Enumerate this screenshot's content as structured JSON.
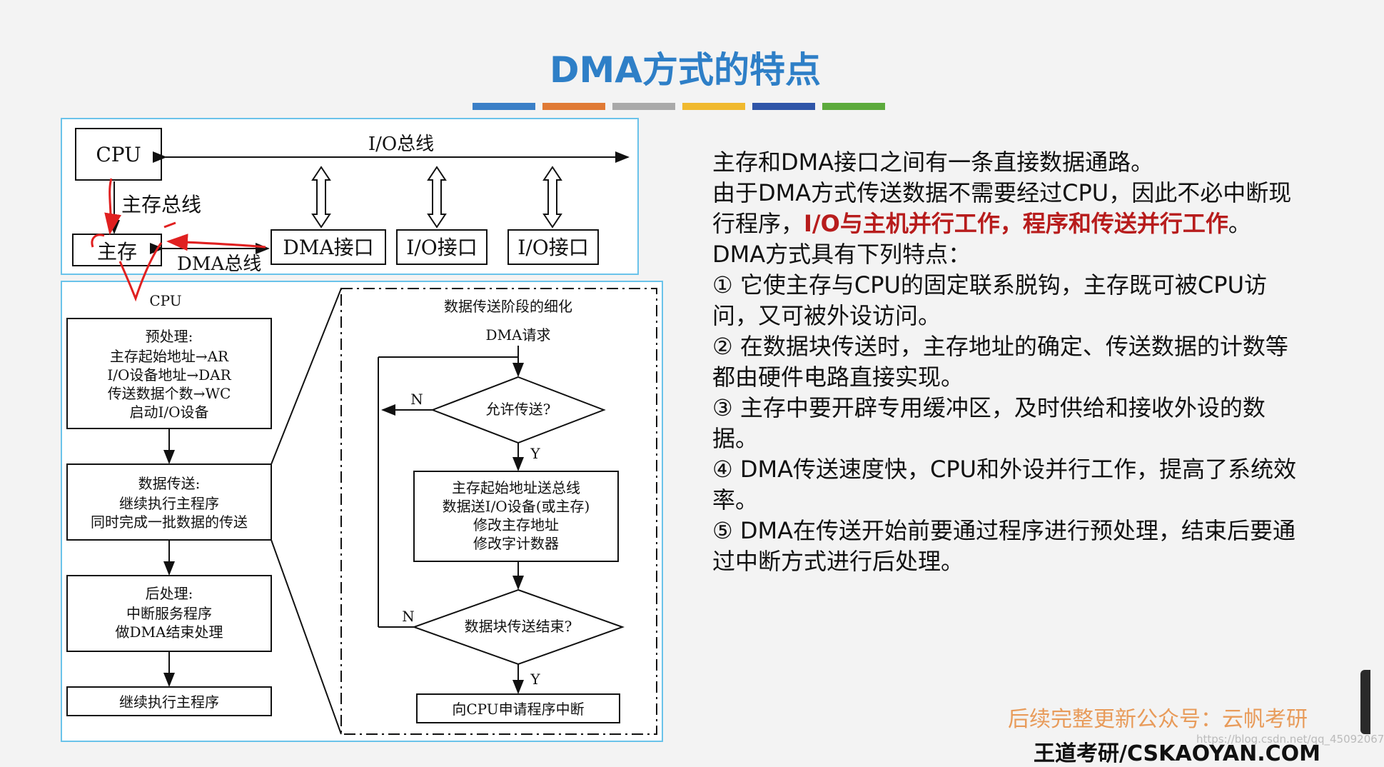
{
  "title": "DMA方式的特点",
  "color_bars": [
    "#3a7fc7",
    "#e07a35",
    "#a9a9a9",
    "#f0b92e",
    "#2f55a8",
    "#5caa3c"
  ],
  "top_diagram": {
    "cpu": "CPU",
    "io_bus": "I/O总线",
    "main_bus": "主存总线",
    "memory": "主存",
    "dma_bus": "DMA总线",
    "dma_interface": "DMA接口",
    "io_interface_1": "I/O接口",
    "io_interface_2": "I/O接口"
  },
  "flow": {
    "cpu_label": "CPU",
    "pre_title": "预处理:",
    "pre_lines": [
      "主存起始地址→AR",
      "I/O设备地址→DAR",
      "传送数据个数→WC",
      "启动I/O设备"
    ],
    "transfer_title": "数据传送:",
    "transfer_lines": [
      "继续执行主程序",
      "同时完成一批数据的传送"
    ],
    "post_title": "后处理:",
    "post_lines": [
      "中断服务程序",
      "做DMA结束处理"
    ],
    "continue": "继续执行主程序",
    "detail_title": "数据传送阶段的细化",
    "dma_request": "DMA请求",
    "allow": "允许传送?",
    "n": "N",
    "y": "Y",
    "step_lines": [
      "主存起始地址送总线",
      "数据送I/O设备(或主存)",
      "修改主存地址",
      "修改字计数器"
    ],
    "block_end": "数据块传送结束?",
    "interrupt": "向CPU申请程序中断"
  },
  "text": {
    "p1": "主存和DMA接口之间有一条直接数据通路。",
    "p2a": "由于DMA方式传送数据不需要经过CPU，因此不必中断现行程序，",
    "p2b": "I/O与主机并行工作，程序和传送并行工作",
    "p2c": "。",
    "p3": "DMA方式具有下列特点：",
    "f1": "① 它使主存与CPU的固定联系脱钩，主存既可被CPU访问，又可被外设访问。",
    "f2": "② 在数据块传送时，主存地址的确定、传送数据的计数等都由硬件电路直接实现。",
    "f3": "③ 主存中要开辟专用缓冲区，及时供给和接收外设的数据。",
    "f4": "④  DMA传送速度快，CPU和外设并行工作，提高了系统效率。",
    "f5": "⑤  DMA在传送开始前要通过程序进行预处理，结束后要通过中断方式进行后处理。"
  },
  "footer": {
    "line1": "后续完整更新公众号：云帆考研",
    "line2": "王道考研/CSKAOYAN.COM",
    "watermark": "https://blog.csdn.net/qq_45092067"
  }
}
